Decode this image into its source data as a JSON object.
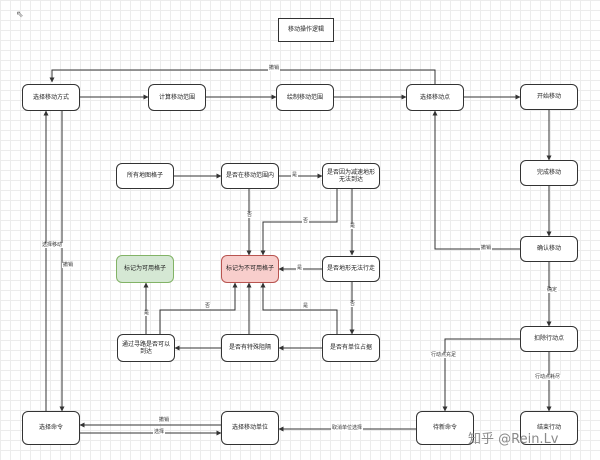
{
  "title": "移动操作逻辑",
  "nodes": {
    "select_move_mode": "选择移动方式",
    "calc_range": "计算移动范围",
    "draw_range": "绘制移动范围",
    "select_move_point": "选择移动点",
    "start_move": "开始移动",
    "finish_move": "完成移动",
    "confirm_move": "确认移动",
    "deduct_action_points": "扣除行动点",
    "end_action": "结束行动",
    "wait_command": "待新命令",
    "select_unit": "选择移动单位",
    "select_command": "选择命令",
    "all_grid": "所有地图格子",
    "in_range": "是否在移动范围内",
    "terrain_block": "是否因为减速地形无法到达",
    "terrain_enter": "是否地形无法行走",
    "has_unit": "是否有单位占据",
    "special_block": "是否有特殊阻隔",
    "pathfind": "通过寻路是否可以到达",
    "mark_available": "标记为可用格子",
    "mark_unavailable": "标记为不可用格子"
  },
  "edge_labels": {
    "cancel_top": "撤销",
    "yes_1": "是",
    "no_1": "否",
    "no_2": "否",
    "yes_2": "是",
    "yes_3": "是",
    "no_3": "否",
    "yes_4": "是",
    "no_4": "否",
    "yes_5": "是",
    "cancel_confirm": "撤销",
    "confirm": "确定",
    "select_move_left": "选择移动",
    "cancel_left": "撤销",
    "action_points_left": "行动点充足",
    "action_points_used": "行动点耗尽",
    "cancel_bottom": "撤销",
    "select_bottom": "选择",
    "cancel_unit_select": "取消单位选择"
  },
  "cursor_glyph": "⇖",
  "watermark": "知乎 @Rein.Lv"
}
